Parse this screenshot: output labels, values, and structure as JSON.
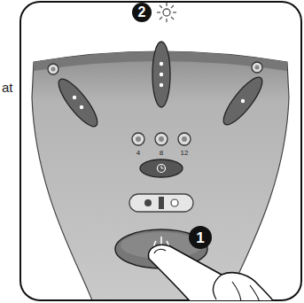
{
  "diagram": {
    "labels": [
      "at",
      "2",
      "1",
      "4",
      "8",
      "12"
    ]
  }
}
